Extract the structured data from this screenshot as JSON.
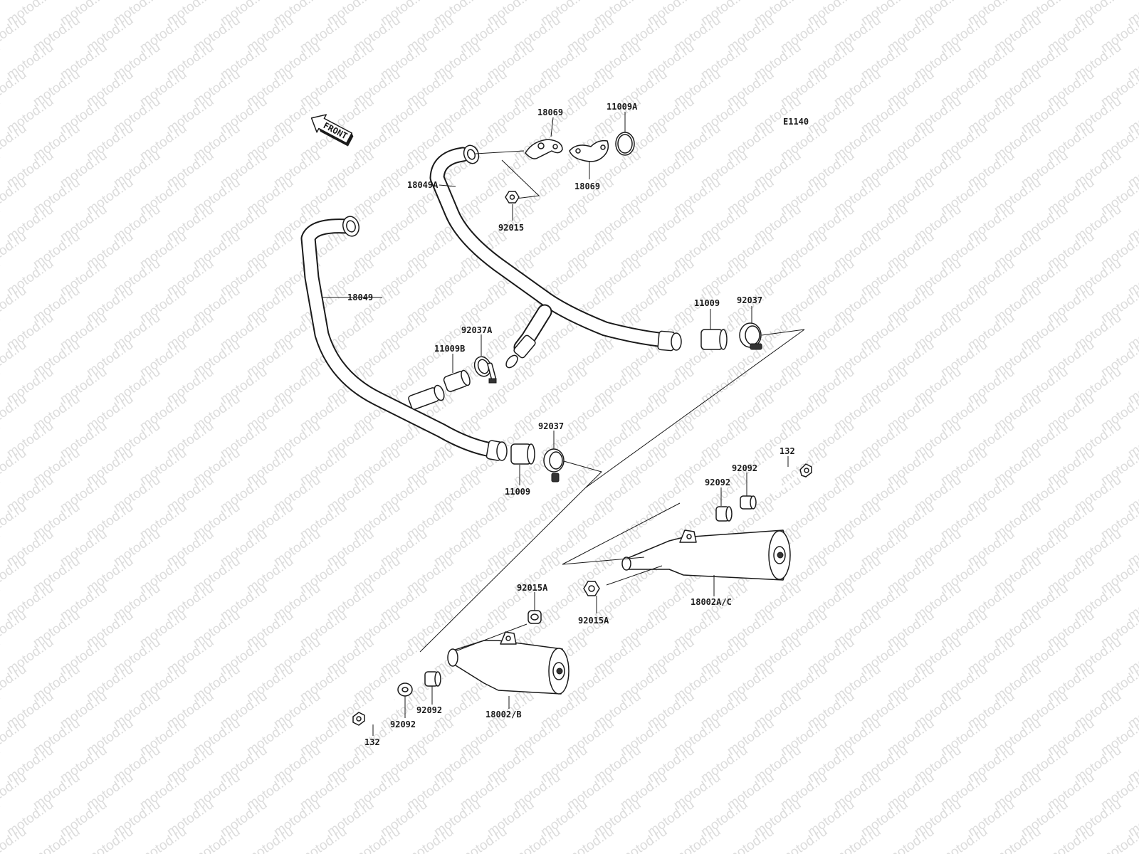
{
  "watermark": "motod.ru",
  "diagram_code": "E1140",
  "front_arrow_text": "FRONT",
  "labels": {
    "p18069_top": "18069",
    "p11009A": "11009A",
    "p18069_bottom": "18069",
    "p92015": "92015",
    "p18049A": "18049A",
    "p18049": "18049",
    "p11009_right": "11009",
    "p92037_right": "92037",
    "p92037A": "92037A",
    "p11009B": "11009B",
    "p92037_mid": "92037",
    "p11009_mid": "11009",
    "p132_right": "132",
    "p92092_r1": "92092",
    "p92092_r2": "92092",
    "p18002AC": "18002A/C",
    "p92015A_right": "92015A",
    "p92015A_left": "92015A",
    "p18002B": "18002/B",
    "p92092_l1": "92092",
    "p92092_l2": "92092",
    "p132_left": "132"
  }
}
